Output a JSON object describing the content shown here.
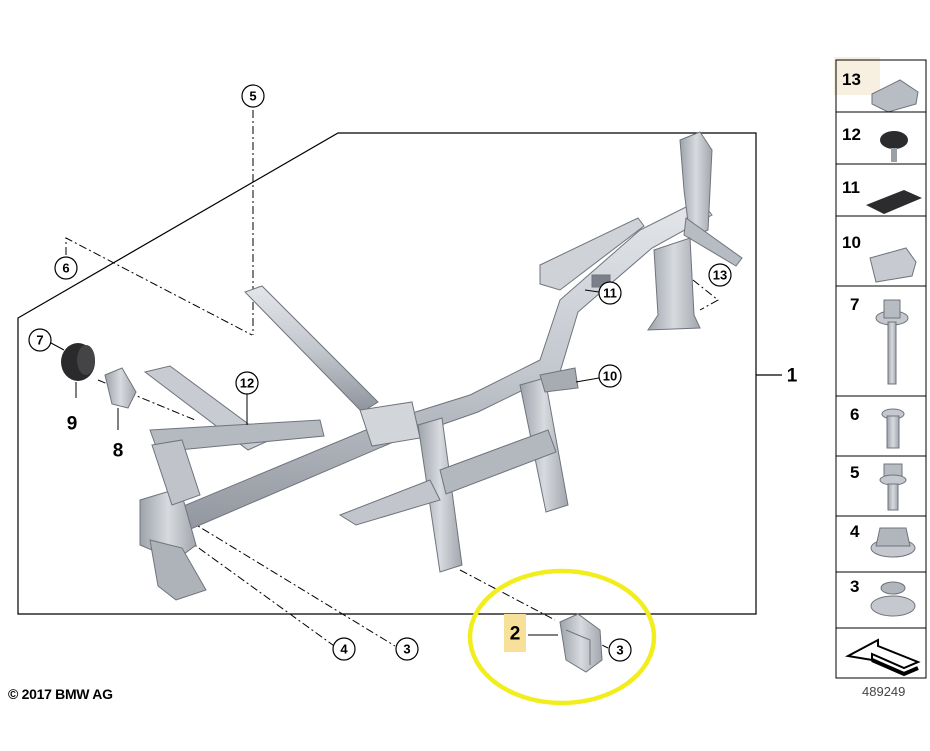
{
  "callouts": {
    "c5": "5",
    "c6": "6",
    "c7": "7",
    "c12": "12",
    "c11": "11",
    "c13": "13",
    "c10": "10",
    "c4": "4",
    "c3a": "3",
    "c3b": "3"
  },
  "labels": {
    "main_1": "1",
    "part_9": "9",
    "part_8": "8",
    "part_2": "2"
  },
  "side_parts": [
    "13",
    "12",
    "11",
    "10",
    "7",
    "6",
    "5",
    "4",
    "3"
  ],
  "copyright": "© 2017 BMW AG",
  "diagram_ref": "489249",
  "colors": {
    "highlight_ellipse": "#f2ee1e",
    "part2_highlight": "#f6e09a",
    "frame_gray": "#c9ccd3",
    "frame_dark": "#8e939c"
  }
}
